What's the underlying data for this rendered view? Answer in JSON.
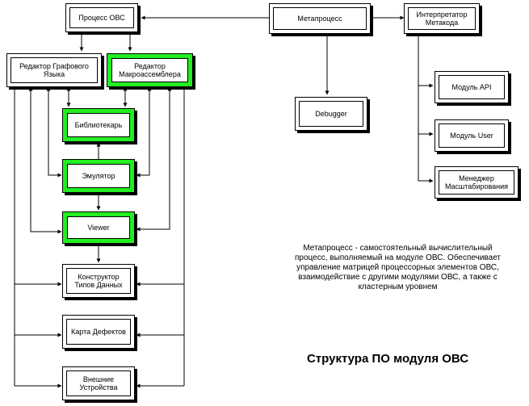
{
  "boxes": {
    "process_ovs": "Процесс ОВС",
    "metaprocess": "Метапроцесс",
    "interpreter": "Интерпретатор Метакода",
    "graph_editor": "Редактор Графового Языка",
    "macro_editor": "Редактор Макроассемблера",
    "debugger": "Debugger",
    "librarian": "Библиотекарь",
    "emulator": "Эмулятор",
    "viewer": "Viewer",
    "data_types": "Конструктор Типов Данных",
    "defect_map": "Карта Дефектов",
    "external_devices": "Внешние Устройства",
    "module_api": "Модуль API",
    "module_user": "Модуль User",
    "scaling_manager": "Менеджер Масштабирования"
  },
  "note": "Метапроцесс - самостоятельный вычислительный процесс, выполняемый на модуле ОВС. Обеспечивает управление матрицей процессорных элементов ОВС, взаимодействие с другими модулями ОВС, а также с кластерным уровнем",
  "title": "Структура ПО модуля ОВС",
  "colors": {
    "highlight": "#22ee22",
    "line": "#000000",
    "background": "#ffffff"
  }
}
